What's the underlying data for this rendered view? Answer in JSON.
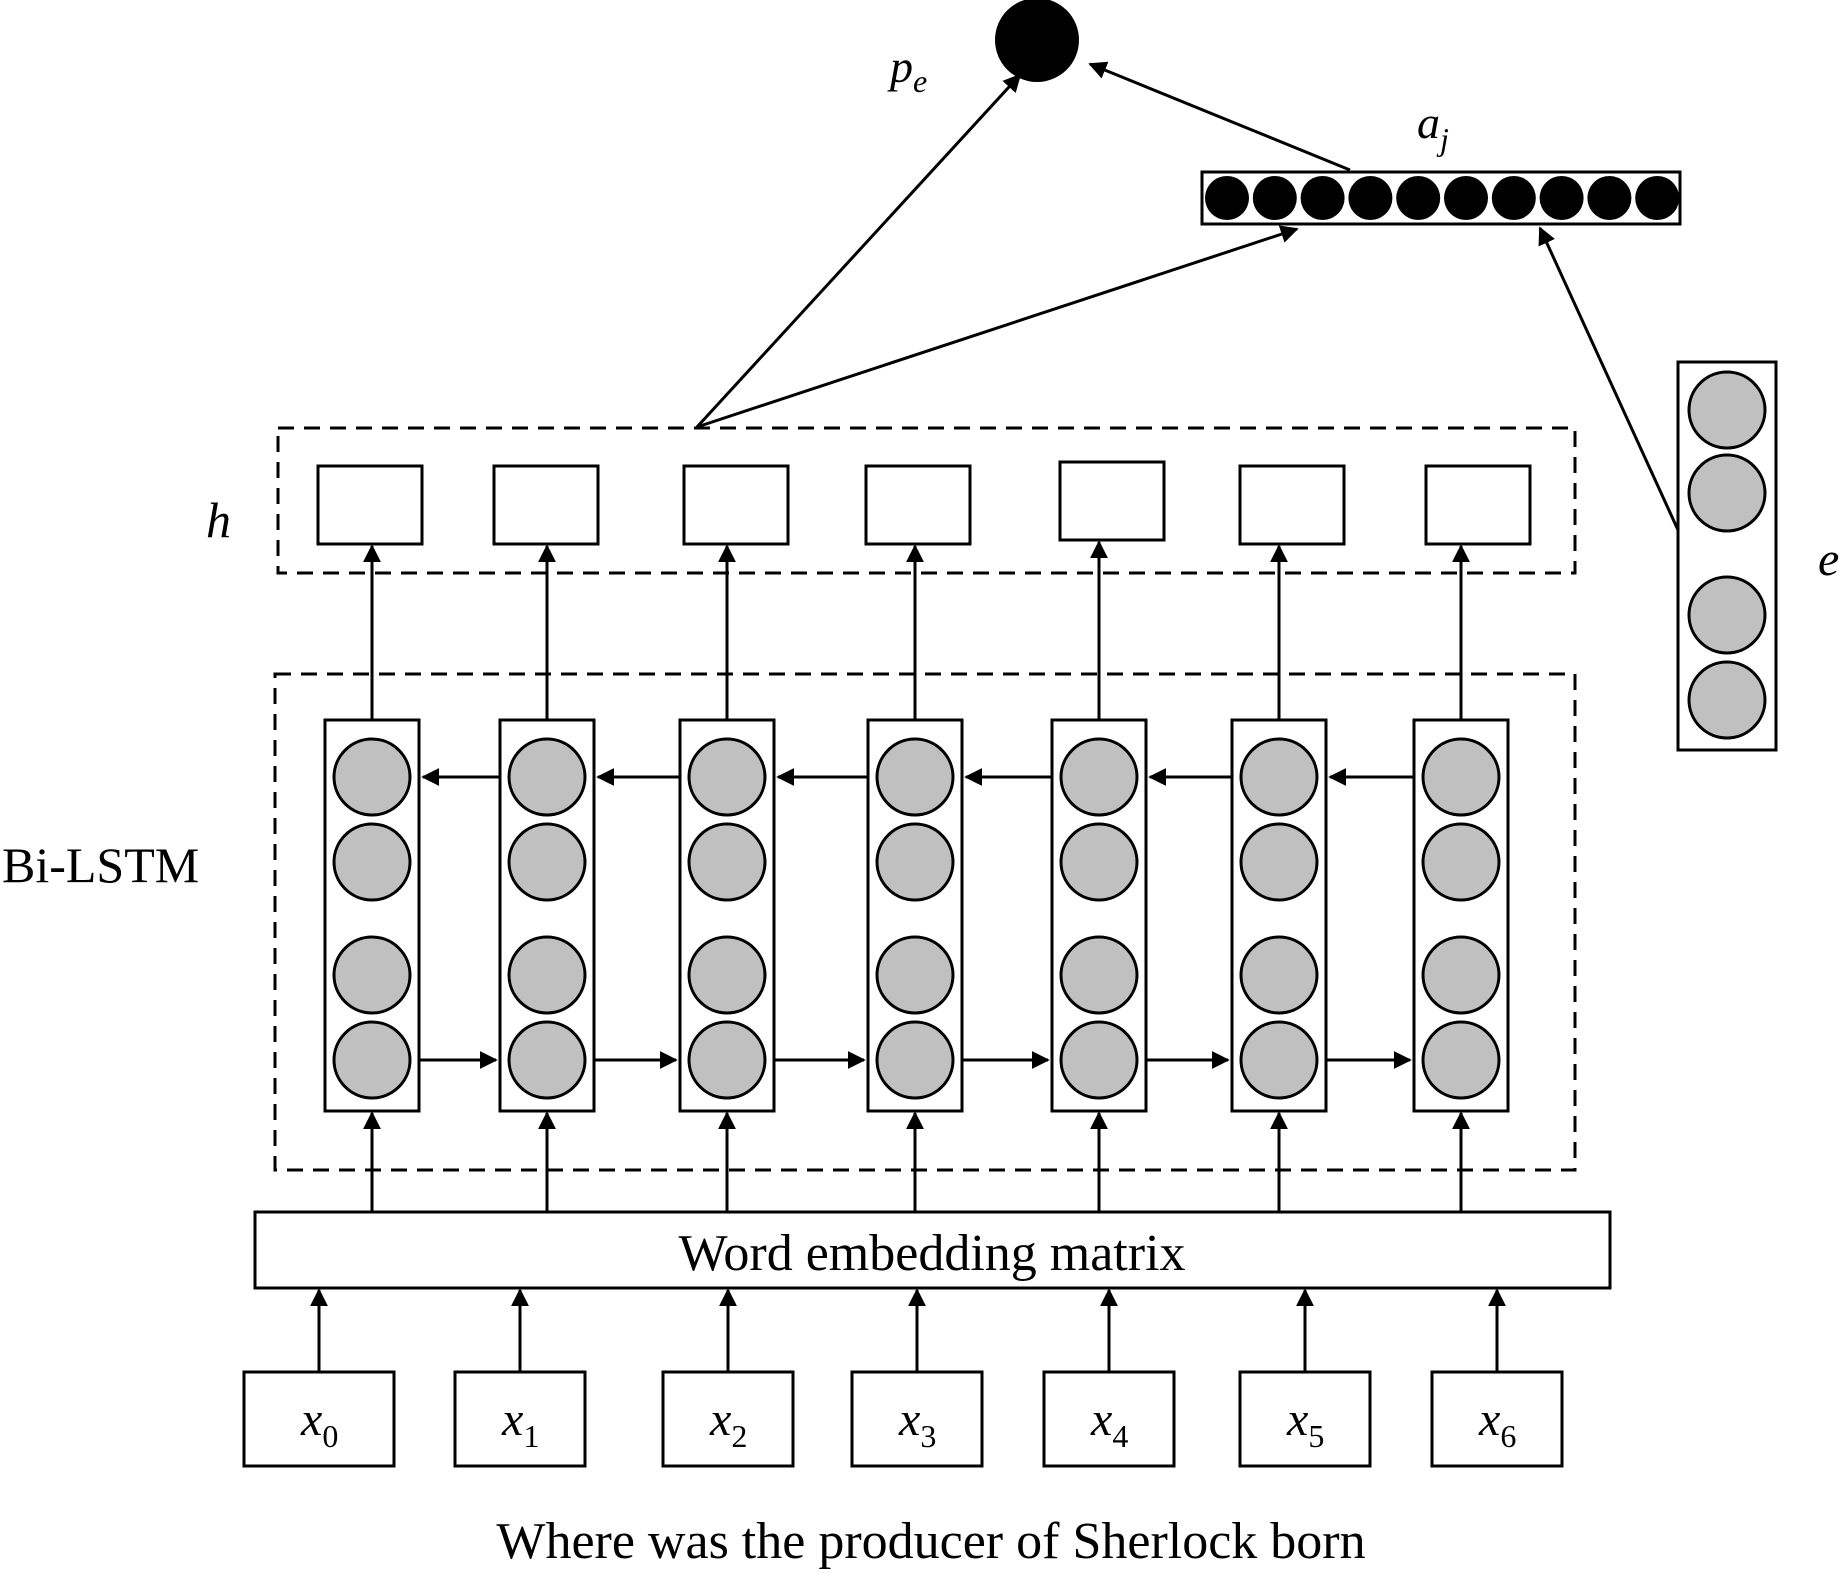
{
  "labels": {
    "h": "h",
    "bilstm": "Bi-LSTM",
    "embedding": "Word embedding matrix",
    "pe_main": "p",
    "pe_sub": "e",
    "aj_main": "a",
    "aj_sub": "j",
    "e": "e",
    "question": "Where was the producer of Sherlock born"
  },
  "inputs": [
    {
      "main": "x",
      "sub": "0"
    },
    {
      "main": "x",
      "sub": "1"
    },
    {
      "main": "x",
      "sub": "2"
    },
    {
      "main": "x",
      "sub": "3"
    },
    {
      "main": "x",
      "sub": "4"
    },
    {
      "main": "x",
      "sub": "5"
    },
    {
      "main": "x",
      "sub": "6"
    }
  ],
  "colors": {
    "stroke": "#000000",
    "node_fill": "#c0c0c0",
    "dark_node": "#000000",
    "background": "#ffffff"
  }
}
